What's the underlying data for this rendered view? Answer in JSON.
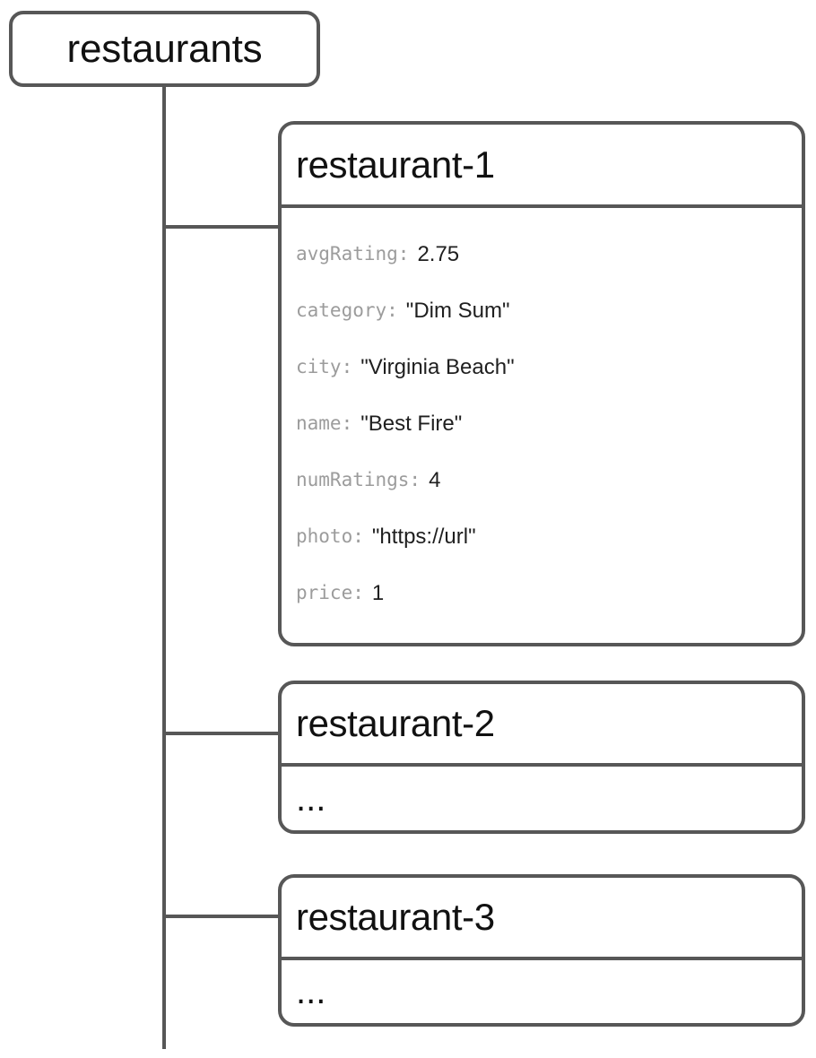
{
  "diagram": {
    "type": "firestore-collection-tree",
    "root": {
      "label": "restaurants"
    },
    "documents": [
      {
        "title": "restaurant-1",
        "fields": [
          {
            "key": "avgRating:",
            "value": "2.75"
          },
          {
            "key": "category:",
            "value": "\"Dim Sum\""
          },
          {
            "key": "city:",
            "value": "\"Virginia Beach\""
          },
          {
            "key": "name:",
            "value": "\"Best Fire\""
          },
          {
            "key": "numRatings:",
            "value": "4"
          },
          {
            "key": "photo:",
            "value": "\"https://url\""
          },
          {
            "key": "price:",
            "value": "1"
          }
        ],
        "placeholder": ""
      },
      {
        "title": "restaurant-2",
        "fields": [],
        "placeholder": "..."
      },
      {
        "title": "restaurant-3",
        "fields": [],
        "placeholder": "..."
      }
    ]
  },
  "colors": {
    "stroke": "#575757",
    "title_text": "#111111",
    "field_key": "#9c9c9c",
    "field_value": "#1f1f1f",
    "background": "#ffffff"
  }
}
